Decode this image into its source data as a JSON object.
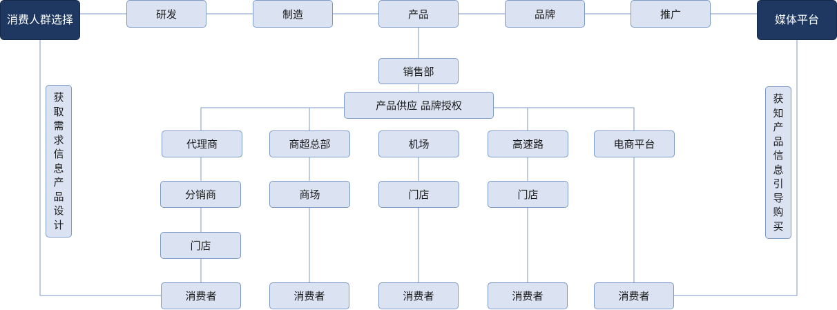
{
  "nodes": {
    "consumer_selection": "消费人群选择",
    "media_platform": "媒体平台",
    "rnd": "研发",
    "manufacturing": "制造",
    "product": "产品",
    "brand": "品牌",
    "promotion": "推广",
    "sales_dept": "销售部",
    "supply_license": "产品供应 品牌授权",
    "agent": "代理商",
    "supermarket_hq": "商超总部",
    "airport": "机场",
    "highway": "高速路",
    "ecommerce": "电商平台",
    "distributor": "分销商",
    "mall": "商场",
    "store_airport": "门店",
    "store_highway": "门店",
    "store_agent": "门店",
    "consumer_1": "消费者",
    "consumer_2": "消费者",
    "consumer_3": "消费者",
    "consumer_4": "消费者",
    "consumer_5": "消费者",
    "left_side_note": "获取需求信息产品设计",
    "right_side_note": "获知产品信息引导购买"
  },
  "colors": {
    "box_fill": "#dbe3f2",
    "box_border": "#7b9ac6",
    "dark_fill": "#1f3861",
    "line": "#7b9ac6"
  }
}
